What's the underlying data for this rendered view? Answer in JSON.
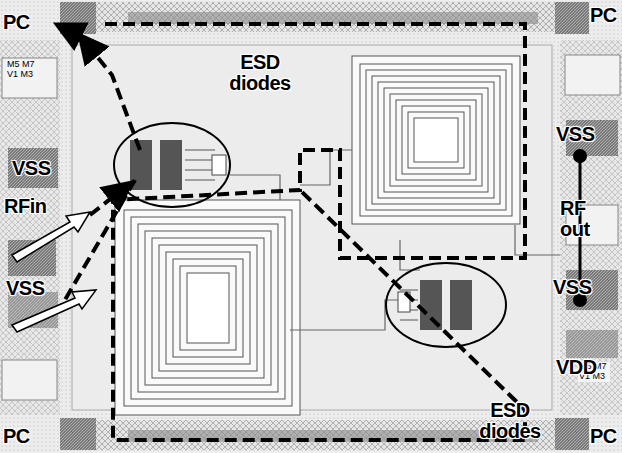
{
  "diagram": {
    "labels": [
      "PC",
      "PC",
      "M5 M7 V1 M3",
      "VSS",
      "ESD diodes",
      "VSS",
      "RFin",
      "RF out",
      "VSS",
      "VSS",
      "ESD diodes",
      "M5 M7 V1 M3",
      "VDD",
      "PC",
      "PC"
    ]
  }
}
